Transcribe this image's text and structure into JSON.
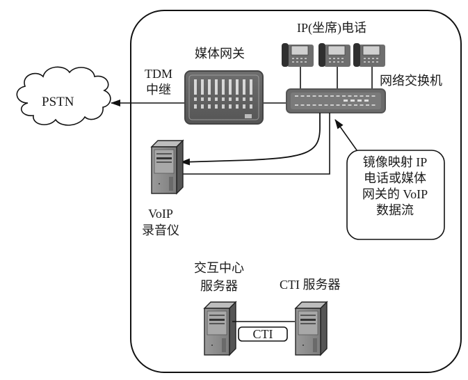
{
  "diagram": {
    "nodes": {
      "pstn": {
        "label": "PSTN"
      },
      "media_gateway": {
        "label": "媒体网关"
      },
      "tdm_trunk": {
        "label_line1": "TDM",
        "label_line2": "中继"
      },
      "ip_phones": {
        "label": "IP(坐席)电话",
        "count": 3
      },
      "network_switch": {
        "label": "网络交换机"
      },
      "voip_recorder": {
        "label_line1": "VoIP",
        "label_line2": "录音仪"
      },
      "interaction_center_server": {
        "label_line1": "交互中心",
        "label_line2": "服务器"
      },
      "cti_server": {
        "label": "CTI 服务器"
      }
    },
    "links": {
      "cti_link": {
        "label": "CTI"
      }
    },
    "callout": {
      "lines": [
        "镜像映射 IP",
        "电话或媒体",
        "网关的 VoIP",
        "数据流"
      ]
    },
    "colors": {
      "stroke": "#111111",
      "device_fill": "#8c8c8c",
      "device_dark": "#4a4a4a",
      "background": "#ffffff"
    }
  }
}
